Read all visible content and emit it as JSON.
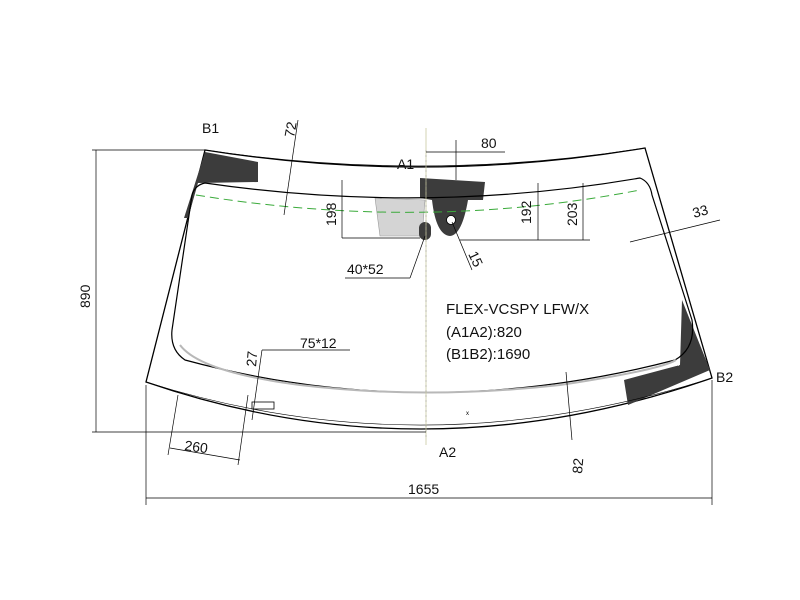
{
  "points": {
    "b1": "B1",
    "b2": "B2",
    "a1": "A1",
    "a2": "A2"
  },
  "dims": {
    "d72": "72",
    "d80": "80",
    "d198": "198",
    "d192": "192",
    "d203": "203",
    "d33": "33",
    "d15": "15",
    "d890": "890",
    "d40x52": "40*52",
    "d27": "27",
    "d75x12": "75*12",
    "d260": "260",
    "d82": "82",
    "d1655": "1655"
  },
  "spec": {
    "model": "FLEX-VCSPY LFW/X",
    "a1a2": "(A1A2):820",
    "b1b2": "(B1B2):1690"
  },
  "colors": {
    "outline": "#000000",
    "silkscreen": "#3c3c3c",
    "sensor_area": "#d4d4d4",
    "top_strip": "#bdbdbd",
    "green_line": "#3aaa3a",
    "gray_line": "#b8b8b8"
  }
}
